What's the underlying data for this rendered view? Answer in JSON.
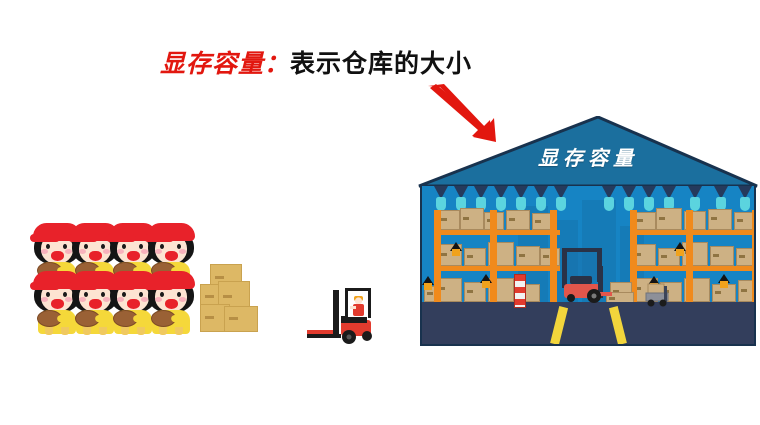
{
  "slide": {
    "background_color": "#ffffff",
    "title": {
      "highlight_text": "显存容量",
      "separator": "：",
      "rest_text": "表示仓库的大小",
      "highlight_color": "#e2170f",
      "rest_color": "#111111"
    },
    "arrow": {
      "name": "red-pointer-arrow",
      "color": "#e2170f",
      "direction": "down-right",
      "points_to": "warehouse"
    }
  },
  "left_scene": {
    "people": {
      "label": "cartoon-girl-characters",
      "rows": 2,
      "columns": 4,
      "count": 8,
      "hat_color": "#e8222a",
      "hair_color": "#151515",
      "body_color": "#f5d83a",
      "bread_color": "#9a6135"
    },
    "box_stack": {
      "label": "cardboard-box-stack",
      "count": 5,
      "color": "#ddb865"
    },
    "forklift": {
      "label": "forklift-outside",
      "body_color": "#e23b2e",
      "mast_color": "#1b1b1b",
      "driver_shirt_color": "#e23b2e",
      "driver_helmet_color": "#f0a21c"
    }
  },
  "warehouse": {
    "roof": {
      "label": "显存容量",
      "fill_color": "#1b6f9e",
      "outline_color": "#18324e",
      "text_color": "#ffffff"
    },
    "wall_color": "#1684c4",
    "floor_color": "#333e5c",
    "floor_lane_color": "#f2d53c",
    "rack": {
      "post_color": "#f08a1c",
      "beam_color": "#f08a1c",
      "crate_color": "#cdb184",
      "levels": 3,
      "bays": 8
    },
    "ceiling_lamps": {
      "count": 14,
      "shade_color": "#253a5c",
      "glow_color": "#5fd8e0"
    },
    "inner_forklift": {
      "label": "forklift-inside",
      "body_color": "#e2564b",
      "cab_color": "#2a3247"
    },
    "barrier": {
      "label": "striped-safety-barrier",
      "colors": [
        "#e23b2e",
        "#f2f2f2"
      ]
    },
    "pallet_truck": {
      "label": "pallet-truck"
    },
    "hazard_signs": {
      "count": 6,
      "triangle_color": "#141414",
      "accent_color": "#f0a21c"
    }
  }
}
